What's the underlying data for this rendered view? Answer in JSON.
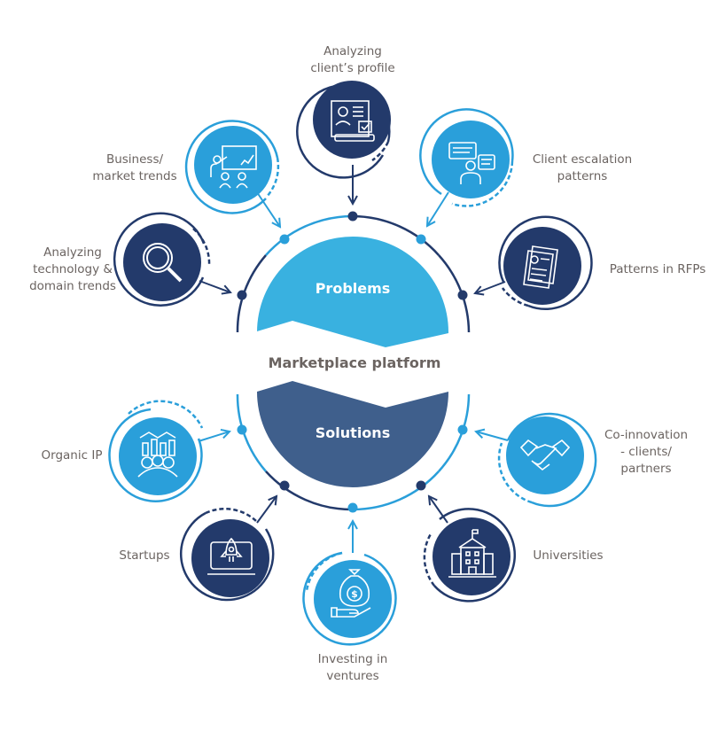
{
  "center": {
    "title": "Marketplace platform",
    "top_segment": "Problems",
    "bottom_segment": "Solutions"
  },
  "colors": {
    "navy": "#233a6b",
    "light_blue": "#2a9fda",
    "problems_fill": "#39b1e0",
    "solutions_fill": "#3f5f8c",
    "text": "#6b6461"
  },
  "problems_inputs": [
    {
      "label": "Analyzing\nclient’s profile",
      "icon": "client-profile-icon",
      "style": "navy"
    },
    {
      "label": "Business/\nmarket trends",
      "icon": "presentation-icon",
      "style": "light"
    },
    {
      "label": "Client escalation\npatterns",
      "icon": "chat-person-icon",
      "style": "light"
    },
    {
      "label": "Analyzing\ntechnology &\ndomain trends",
      "icon": "magnifier-icon",
      "style": "navy"
    },
    {
      "label": "Patterns in RFPs",
      "icon": "documents-icon",
      "style": "navy"
    }
  ],
  "solutions_inputs": [
    {
      "label": "Organic IP",
      "icon": "team-chart-icon",
      "style": "light"
    },
    {
      "label": "Co-innovation\n- clients/\npartners",
      "icon": "handshake-icon",
      "style": "light"
    },
    {
      "label": "Startups",
      "icon": "rocket-laptop-icon",
      "style": "navy"
    },
    {
      "label": "Universities",
      "icon": "university-icon",
      "style": "navy"
    },
    {
      "label": "Investing in\nventures",
      "icon": "money-bag-icon",
      "style": "light"
    }
  ]
}
